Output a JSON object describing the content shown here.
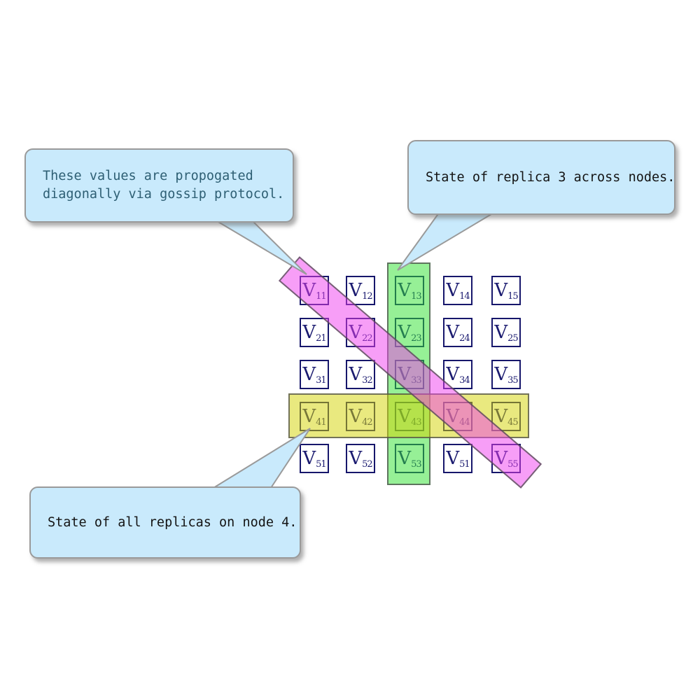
{
  "callouts": {
    "gossip": {
      "line1": "These values are propogated",
      "line2": "diagonally via gossip protocol.",
      "text_color": "#2e5f74"
    },
    "replica": {
      "text": "State of replica 3 across nodes.",
      "text_color": "#141414"
    },
    "node": {
      "text": "State of all replicas on node 4.",
      "text_color": "#141414"
    }
  },
  "matrix": {
    "label_prefix": "V",
    "rows": [
      [
        "11",
        "12",
        "13",
        "14",
        "15"
      ],
      [
        "21",
        "22",
        "23",
        "24",
        "25"
      ],
      [
        "31",
        "32",
        "33",
        "34",
        "35"
      ],
      [
        "41",
        "42",
        "43",
        "44",
        "45"
      ],
      [
        "51",
        "52",
        "53",
        "51",
        "55"
      ]
    ]
  },
  "highlights": {
    "column": {
      "meaning": "state of replica 3 across nodes",
      "covers": [
        "V13",
        "V23",
        "V33",
        "V43",
        "V53"
      ],
      "color": "#98f098"
    },
    "row": {
      "meaning": "state of all replicas on node 4",
      "covers": [
        "V41",
        "V42",
        "V43",
        "V44",
        "V45"
      ],
      "color": "#e8e87c"
    },
    "diagonal": {
      "meaning": "values propogated diagonally via gossip protocol",
      "covers": [
        "V11",
        "V22",
        "V33",
        "V44",
        "V55"
      ],
      "color": "#f7a6f7"
    }
  },
  "colors": {
    "cell_border": "#16166b",
    "cell_text": "#1b1b70",
    "callout_background": "#c9eafc",
    "callout_border": "#9a9a9a",
    "band_border": "#4b4b4b"
  }
}
